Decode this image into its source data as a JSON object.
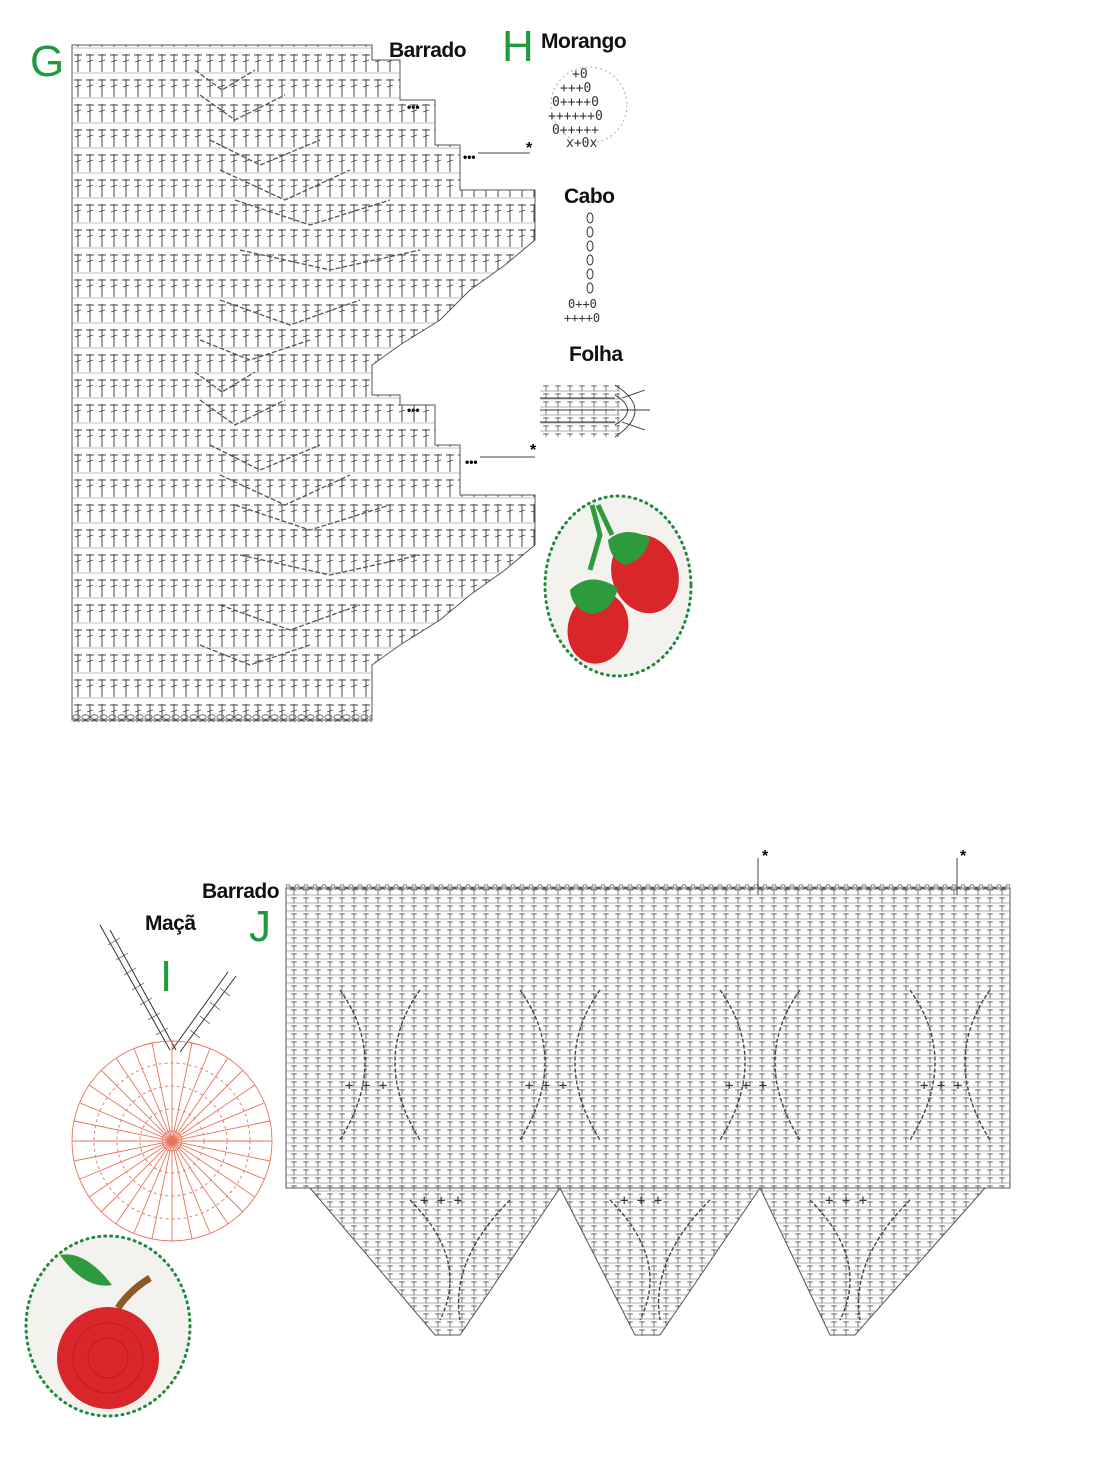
{
  "sections": {
    "g": {
      "letter": "G",
      "title": "Barrado"
    },
    "h": {
      "letter": "H",
      "title": "Morango",
      "parts": [
        "Cabo",
        "Folha"
      ]
    },
    "i": {
      "letter": "I",
      "title": "Maçã"
    },
    "j": {
      "letter": "J",
      "title": "Barrado"
    }
  },
  "markers": {
    "repeat": "*",
    "continue": "•••"
  },
  "colors": {
    "section_letter": "#1f9a3d",
    "chart_ink": "#333333",
    "apple_chart": "#e8735a",
    "strawberry_red": "#d9262a",
    "leaf_green": "#2d9a3c",
    "photo_border": "#1f8a3a",
    "stem_brown": "#8b5a2b"
  },
  "photos": [
    {
      "subject": "strawberry-photo"
    },
    {
      "subject": "apple-photo"
    }
  ]
}
